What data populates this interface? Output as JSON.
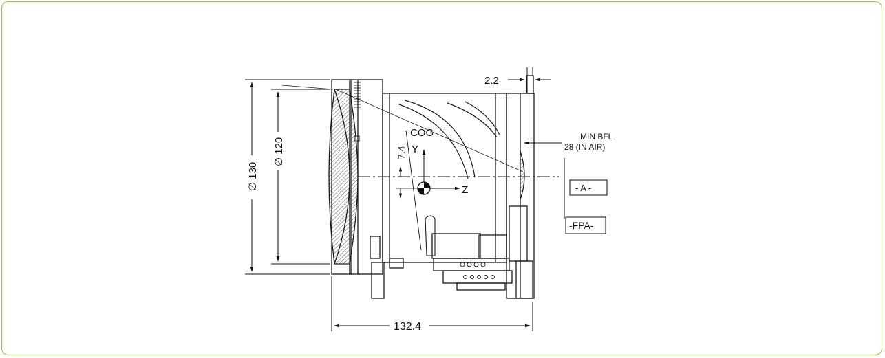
{
  "colors": {
    "frame_border": "#8cc63f",
    "line": "#1a1a1a",
    "hatch": "#555555"
  },
  "labels": {
    "dia_outer": "∅ 130",
    "dia_inner": "∅ 120",
    "length": "132.4",
    "flange": "2.2",
    "bfl_line1": "MIN BFL",
    "bfl_line2": "28 (IN AIR)",
    "cog": "COG",
    "cog_offset": "7.4",
    "axis_y": "Y",
    "axis_z": "Z",
    "datum_a": "- A -",
    "fpa": "-FPA-"
  }
}
